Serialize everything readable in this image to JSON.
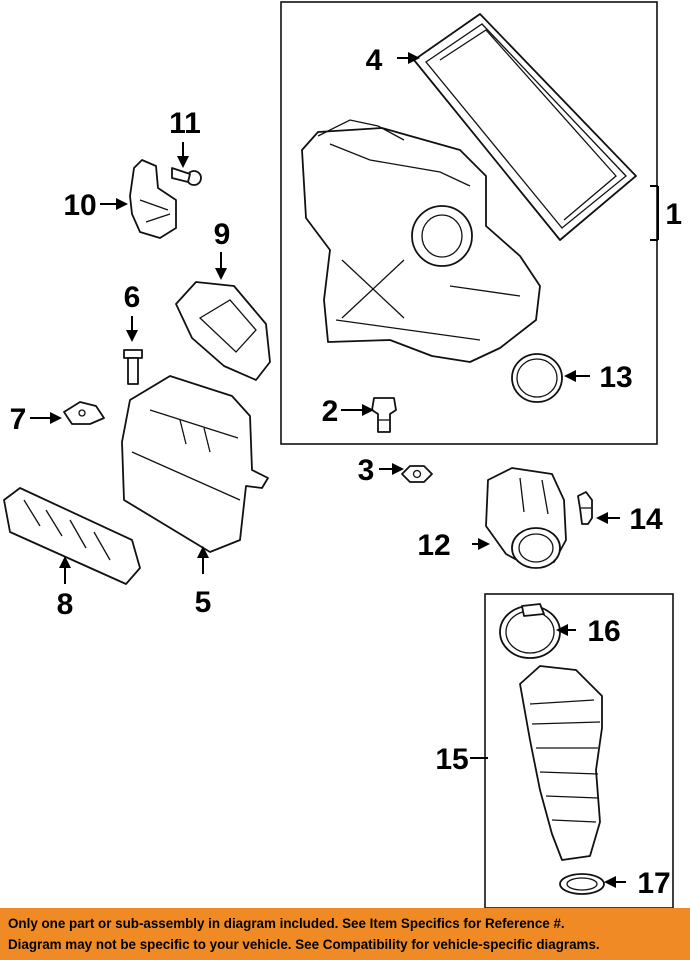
{
  "callouts": {
    "c1": "1",
    "c2": "2",
    "c3": "3",
    "c4": "4",
    "c5": "5",
    "c6": "6",
    "c7": "7",
    "c8": "8",
    "c9": "9",
    "c10": "10",
    "c11": "11",
    "c12": "12",
    "c13": "13",
    "c14": "14",
    "c15": "15",
    "c16": "16",
    "c17": "17"
  },
  "banner": {
    "line1": "Only one part or sub-assembly in diagram included. See Item Specifics for Reference #.",
    "line2": "Diagram may not be specific to your vehicle. See Compatibility for vehicle-specific diagrams."
  },
  "colors": {
    "banner_bg": "#f08a24",
    "ink": "#000000"
  }
}
